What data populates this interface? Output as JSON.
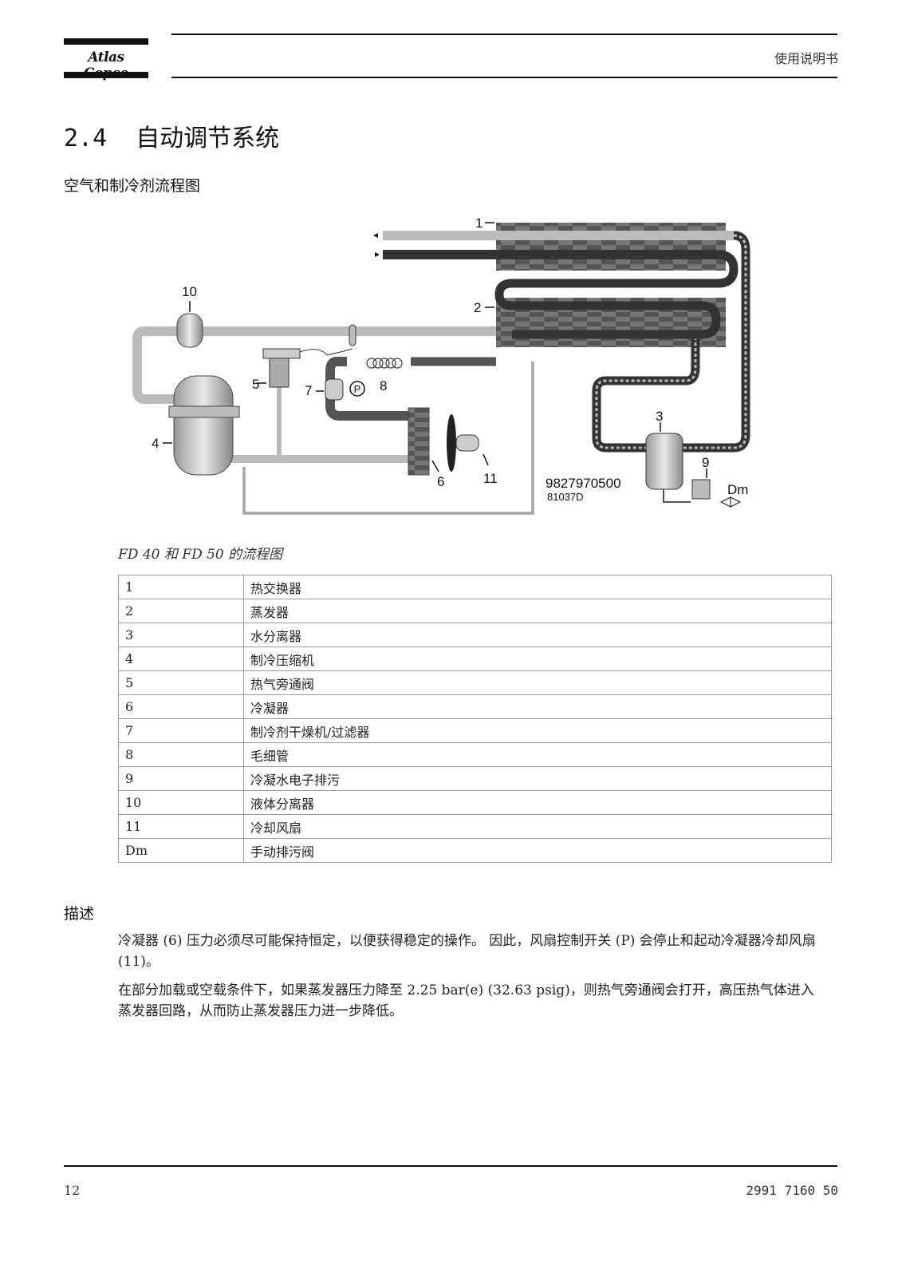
{
  "header": {
    "brand": "Atlas Copco",
    "doc_type": "使用说明书"
  },
  "section": {
    "number": "2.4",
    "title": "自动调节系统"
  },
  "subsection": {
    "title": "空气和制冷剂流程图"
  },
  "diagram": {
    "labels": [
      "1",
      "2",
      "3",
      "4",
      "5",
      "6",
      "7",
      "8",
      "9",
      "10",
      "11",
      "Dm"
    ],
    "pressure_switch": "P",
    "part_number": "9827970500",
    "drawing_code": "81037D"
  },
  "figure_caption": "FD 40 和 FD 50 的流程图",
  "legend": [
    {
      "key": "1",
      "value": "热交换器"
    },
    {
      "key": "2",
      "value": "蒸发器"
    },
    {
      "key": "3",
      "value": "水分离器"
    },
    {
      "key": "4",
      "value": "制冷压缩机"
    },
    {
      "key": "5",
      "value": "热气旁通阀"
    },
    {
      "key": "6",
      "value": "冷凝器"
    },
    {
      "key": "7",
      "value": "制冷剂干燥机/过滤器"
    },
    {
      "key": "8",
      "value": "毛细管"
    },
    {
      "key": "9",
      "value": "冷凝水电子排污"
    },
    {
      "key": "10",
      "value": "液体分离器"
    },
    {
      "key": "11",
      "value": "冷却风扇"
    },
    {
      "key": "Dm",
      "value": "手动排污阀"
    }
  ],
  "description": {
    "heading": "描述",
    "paragraphs": [
      "冷凝器 (6) 压力必须尽可能保持恒定，以便获得稳定的操作。 因此，风扇控制开关 (P) 会停止和起动冷凝器冷却风扇 (11)。",
      "在部分加载或空载条件下，如果蒸发器压力降至 2.25 bar(e) (32.63 psig)，则热气旁通阀会打开，高压热气体进入蒸发器回路，从而防止蒸发器压力进一步降低。"
    ]
  },
  "footer": {
    "page_number": "12",
    "doc_number": "2991 7160 50"
  }
}
